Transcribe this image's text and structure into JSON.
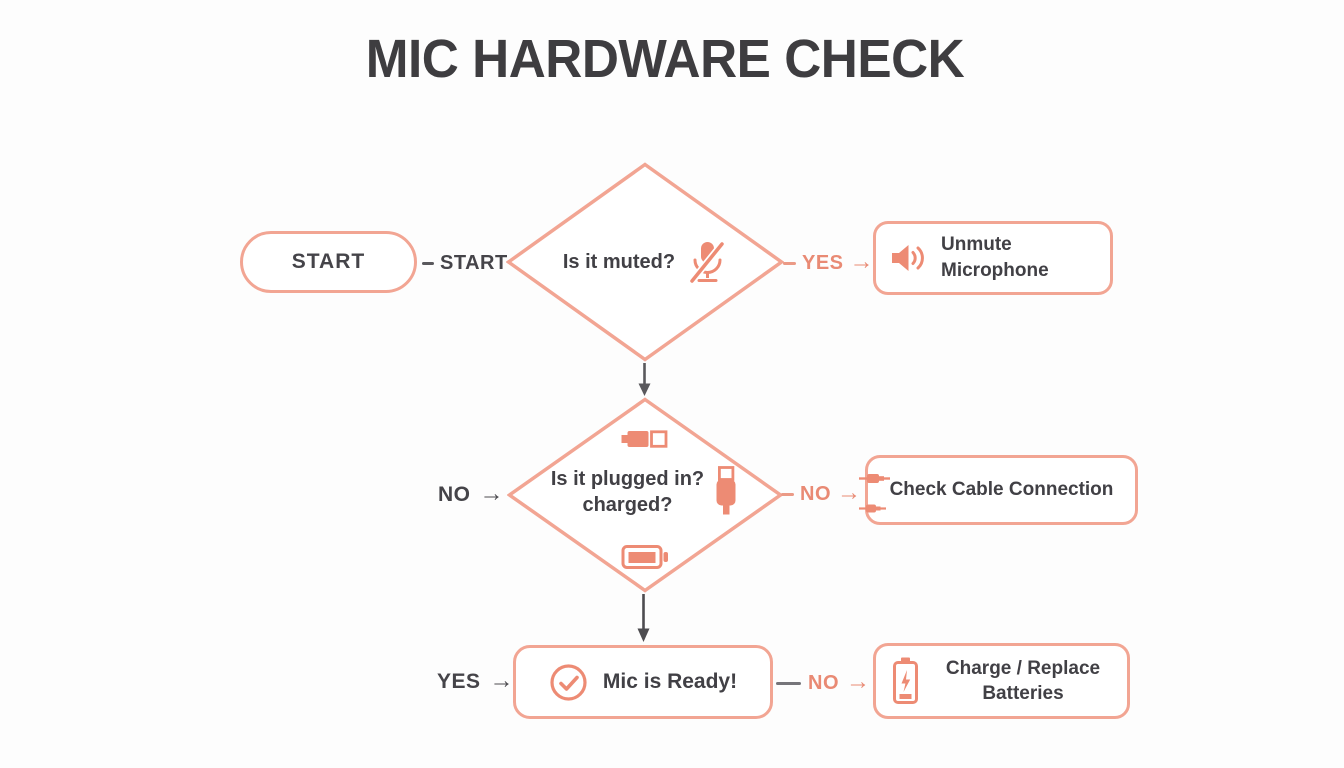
{
  "page": {
    "title": "MIC HARDWARE CHECK",
    "background": "#fdfdfd"
  },
  "colors": {
    "accent_icon": "#ed8b74",
    "accent_border": "#f2a593",
    "accent_label": "#e98a74",
    "dark_text": "#414045",
    "arrow_gray": "#4d4c50"
  },
  "flowchart": {
    "start": {
      "label": "START"
    },
    "start_connector": {
      "label": "START"
    },
    "diamond_muted": {
      "question": "Is it muted?",
      "icon": "mic-muted"
    },
    "edge_muted_yes": {
      "label": "YES",
      "arrow": "→"
    },
    "box_unmute": {
      "label": "Unmute Microphone",
      "icon": "speaker"
    },
    "edge_no_left": {
      "label": "NO",
      "arrow": "→"
    },
    "diamond_plugged": {
      "question_line1": "Is it plugged in?",
      "question_line2": "charged?",
      "icons": [
        "plug-horizontal",
        "plug-vertical",
        "battery-horizontal"
      ]
    },
    "edge_plugged_no": {
      "label": "NO",
      "arrow": "→"
    },
    "box_cable": {
      "label": "Check Cable Connection",
      "icons": [
        "cable-connector",
        "cable-connector"
      ]
    },
    "edge_yes_left": {
      "label": "YES",
      "arrow": "→"
    },
    "box_ready": {
      "label": "Mic is Ready!",
      "icon": "check-circle"
    },
    "edge_ready_no": {
      "label": "NO",
      "arrow": "→"
    },
    "box_battery": {
      "label": "Charge / Replace Batteries",
      "icon": "battery-charge"
    }
  }
}
